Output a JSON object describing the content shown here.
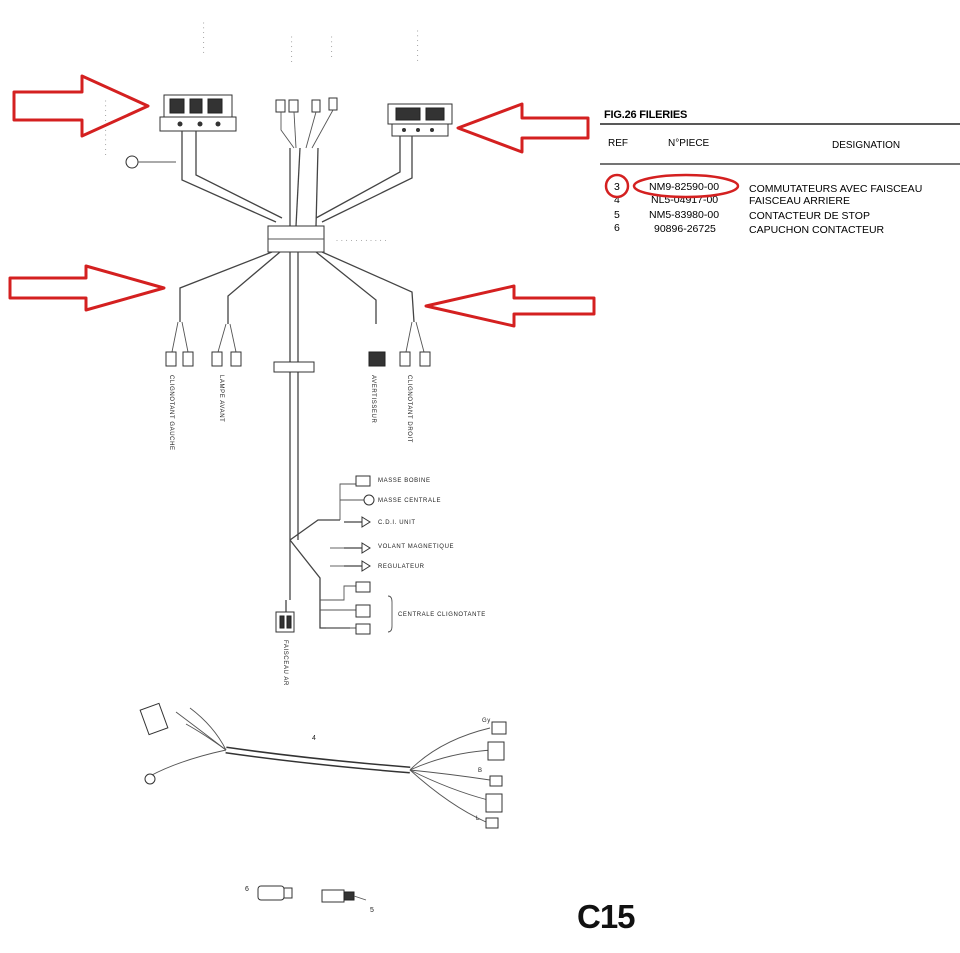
{
  "table": {
    "title": "FIG.26 FILERIES",
    "headers": {
      "ref": "REF",
      "part": "N°PIECE",
      "designation": "DESIGNATION"
    },
    "rows": [
      {
        "ref": "3",
        "part": "NM9-82590-00",
        "designation": "COMMUTATEURS AVEC FAISCEAU"
      },
      {
        "ref": "4",
        "part": "NL5-04917-00",
        "designation": "FAISCEAU ARRIERE"
      },
      {
        "ref": "5",
        "part": "NM5-83980-00",
        "designation": "CONTACTEUR DE STOP"
      },
      {
        "ref": "6",
        "part": "90896-26725",
        "designation": "CAPUCHON CONTACTEUR"
      }
    ]
  },
  "diagram": {
    "colors": {
      "highlight": "#d42020",
      "ink": "#333333"
    },
    "labels": {
      "clignotant_gauche": "CLIGNOTANT GAUCHE",
      "lampe_avant": "LAMPE AVANT",
      "avertisseur": "AVERTISSEUR",
      "clignotant_droit": "CLIGNOTANT DROIT",
      "masse_bobine": "MASSE BOBINE",
      "masse_centrale": "MASSE CENTRALE",
      "cdi_unit": "C.D.I. UNIT",
      "volant_magnetique": "VOLANT MAGNETIQUE",
      "regulateur": "REGULATEUR",
      "centrale_clignotante": "CENTRALE CLIGNOTANTE",
      "faisceau_ar": "FAISCEAU AR",
      "harness_ref": "4",
      "wire_gy": "Gy",
      "wire_b": "B",
      "wire_l": "L",
      "ref_6": "6",
      "ref_5": "5"
    }
  },
  "page": {
    "code": "C15"
  }
}
